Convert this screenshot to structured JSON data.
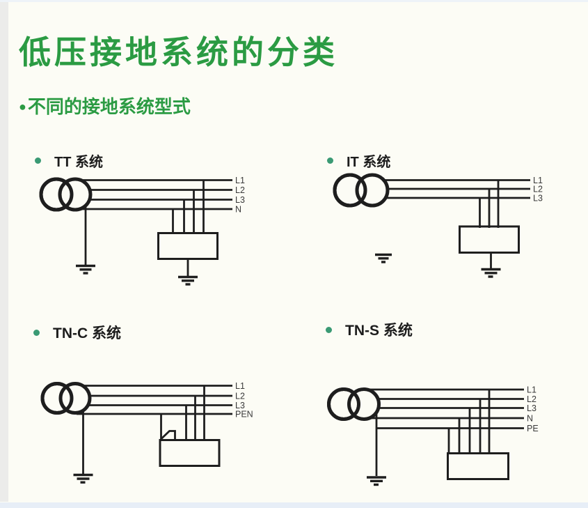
{
  "page": {
    "title": "低压接地系统的分类",
    "subtitle_bullet": "●",
    "subtitle": "不同的接地系统型式"
  },
  "colors": {
    "title_green": "#2b9b43",
    "bullet_teal": "#3a9a74",
    "line_color": "#1e1e1e",
    "label_color": "#3a3a3a",
    "background": "#fcfcf5"
  },
  "diagrams": [
    {
      "id": "tt",
      "title": "TT 系统",
      "conductors": [
        "L1",
        "L2",
        "L3",
        "N"
      ],
      "transformer_earthed": true,
      "load_earthed": true,
      "floating_earth": false,
      "pen_flag": false
    },
    {
      "id": "it",
      "title": "IT 系统",
      "conductors": [
        "L1",
        "L2",
        "L3"
      ],
      "transformer_earthed": false,
      "load_earthed": true,
      "floating_earth": true,
      "pen_flag": false
    },
    {
      "id": "tnc",
      "title": "TN-C 系统",
      "conductors": [
        "L1",
        "L2",
        "L3",
        "PEN"
      ],
      "transformer_earthed": true,
      "load_earthed": false,
      "floating_earth": false,
      "pen_flag": true
    },
    {
      "id": "tns",
      "title": "TN-S 系统",
      "conductors": [
        "L1",
        "L2",
        "L3",
        "N",
        "PE"
      ],
      "transformer_earthed": true,
      "load_earthed": false,
      "floating_earth": false,
      "pen_flag": false
    }
  ]
}
